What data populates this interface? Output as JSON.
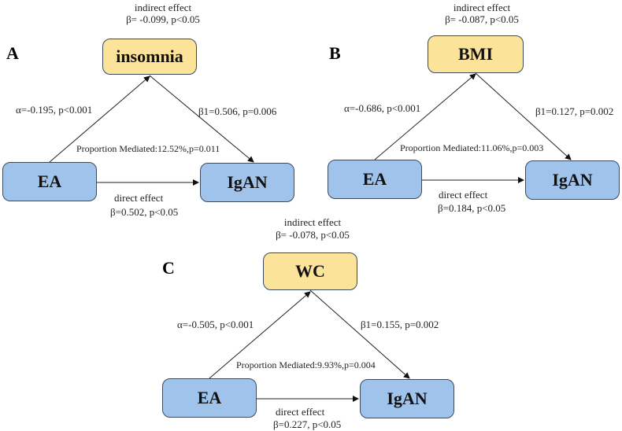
{
  "panels": [
    {
      "label": "A",
      "mediator": "insomnia",
      "exposure": "EA",
      "outcome": "IgAN",
      "indirect_title": "indirect effect",
      "indirect_value": "β= -0.099, p<0.05",
      "alpha": "α=-0.195, p<0.001",
      "beta1": "β1=0.506, p=0.006",
      "proportion": "Proportion Mediated:12.52%,p=0.011",
      "direct_title": "direct effect",
      "direct_value": "β=0.502, p<0.05"
    },
    {
      "label": "B",
      "mediator": "BMI",
      "exposure": "EA",
      "outcome": "IgAN",
      "indirect_title": "indirect effect",
      "indirect_value": "β= -0.087, p<0.05",
      "alpha": "α=-0.686, p<0.001",
      "beta1": "β1=0.127, p=0.002",
      "proportion": "Proportion Mediated:11.06%,p=0.003",
      "direct_title": "direct effect",
      "direct_value": "β=0.184, p<0.05"
    },
    {
      "label": "C",
      "mediator": "WC",
      "exposure": "EA",
      "outcome": "IgAN",
      "indirect_title": "indirect effect",
      "indirect_value": "β= -0.078, p<0.05",
      "alpha": "α=-0.505, p<0.001",
      "beta1": "β1=0.155, p=0.002",
      "proportion": "Proportion Mediated:9.93%,p=0.004",
      "direct_title": "direct effect",
      "direct_value": "β=0.227, p<0.05"
    }
  ]
}
